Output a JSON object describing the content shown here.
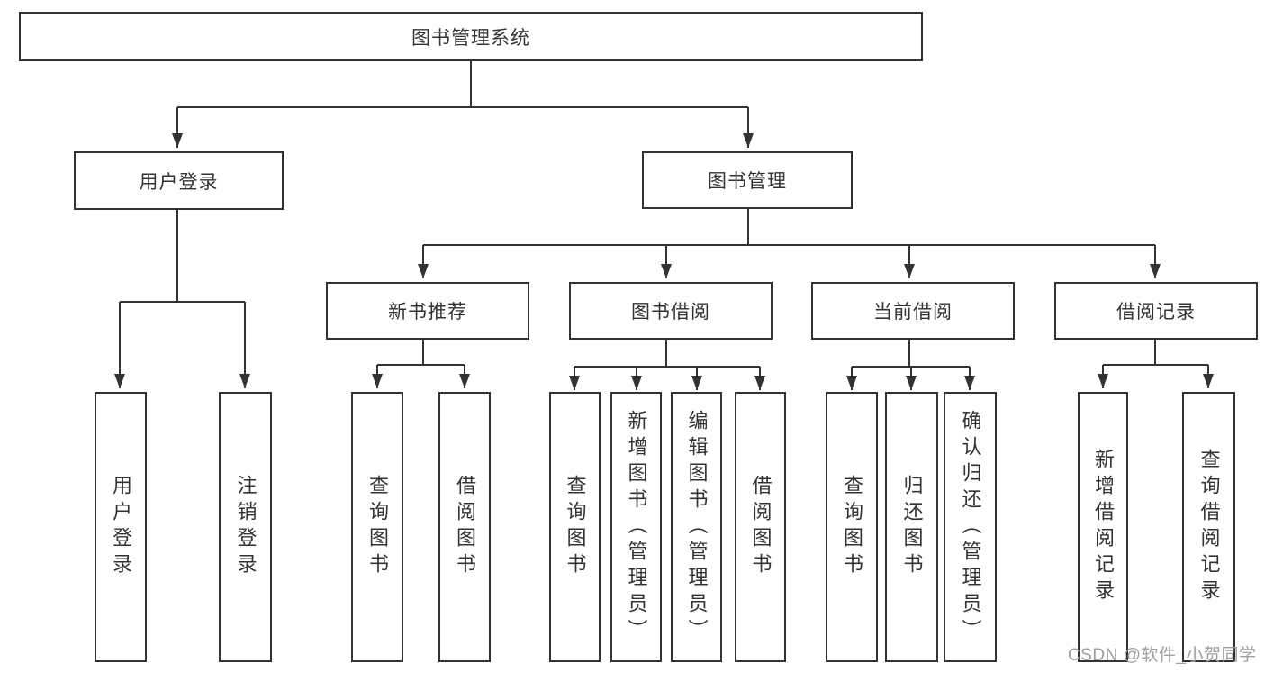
{
  "tree": {
    "root": "图书管理系统",
    "branches": [
      {
        "label": "用户登录",
        "children": [
          "用户登录",
          "注销登录"
        ]
      },
      {
        "label": "图书管理",
        "groups": [
          {
            "label": "新书推荐",
            "children": [
              "查询图书",
              "借阅图书"
            ]
          },
          {
            "label": "图书借阅",
            "children": [
              "查询图书",
              "新增图书（管理员）",
              "编辑图书（管理员）",
              "借阅图书"
            ]
          },
          {
            "label": "当前借阅",
            "children": [
              "查询图书",
              "归还图书",
              "确认归还（管理员）"
            ]
          },
          {
            "label": "借阅记录",
            "children": [
              "新增借阅记录",
              "查询借阅记录"
            ]
          }
        ]
      }
    ]
  },
  "watermark": "CSDN @软件_小贺同学",
  "colors": {
    "line": "#333333",
    "box_border": "#333333",
    "text": "#333333",
    "watermark": "#9e9e9e"
  }
}
